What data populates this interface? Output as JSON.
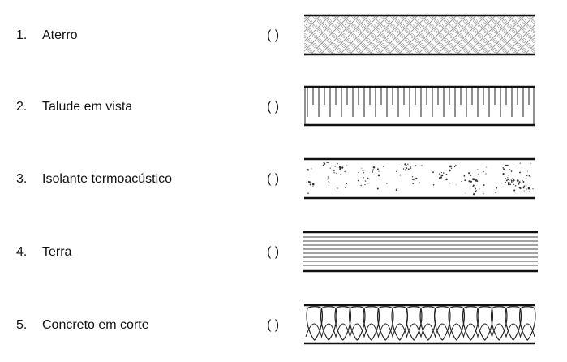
{
  "items": [
    {
      "number": "1.",
      "label": "Aterro",
      "answer": "(   )",
      "pattern": "hatched-diamond-pattern"
    },
    {
      "number": "2.",
      "label": "Talude em vista",
      "answer": "(   )",
      "pattern": "comb-tick-pattern"
    },
    {
      "number": "3.",
      "label": "Isolante termoacústico",
      "answer": "(   )",
      "pattern": "speckled-dots-pattern"
    },
    {
      "number": "4.",
      "label": "Terra",
      "answer": "(   )",
      "pattern": "horizontal-lines-pattern"
    },
    {
      "number": "5.",
      "label": "Concreto em corte",
      "answer": "(   )",
      "pattern": "loop-insulation-pattern"
    }
  ]
}
